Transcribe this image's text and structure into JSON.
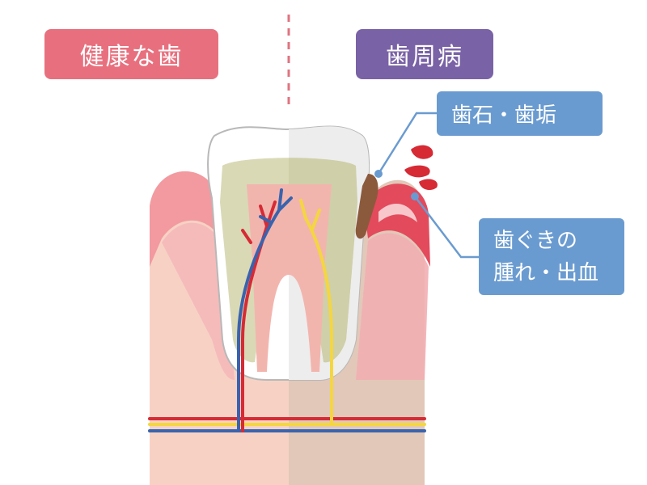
{
  "labels": {
    "healthy": "健康な歯",
    "periodontal": "歯周病"
  },
  "callouts": {
    "tartar": "歯石・歯垢",
    "gums_line1": "歯ぐきの",
    "gums_line2": "腫れ・出血"
  },
  "colors": {
    "healthy_badge": "#e8707e",
    "perio_badge": "#7a62a6",
    "callout_blue": "#6a9bd0",
    "divider": "#e07380",
    "enamel": "#ffffff",
    "dentin": "#d9d9b6",
    "pulp": "#f2b5ae",
    "gum": "#f29aa0",
    "inflamed_gum": "#e34a5c",
    "bone": "#f7d2c4",
    "bone_perio": "#e2c8b8",
    "tartar": "#8b5a3c",
    "artery": "#d62a35",
    "vein": "#3a63ad",
    "nerve": "#f4d640"
  }
}
